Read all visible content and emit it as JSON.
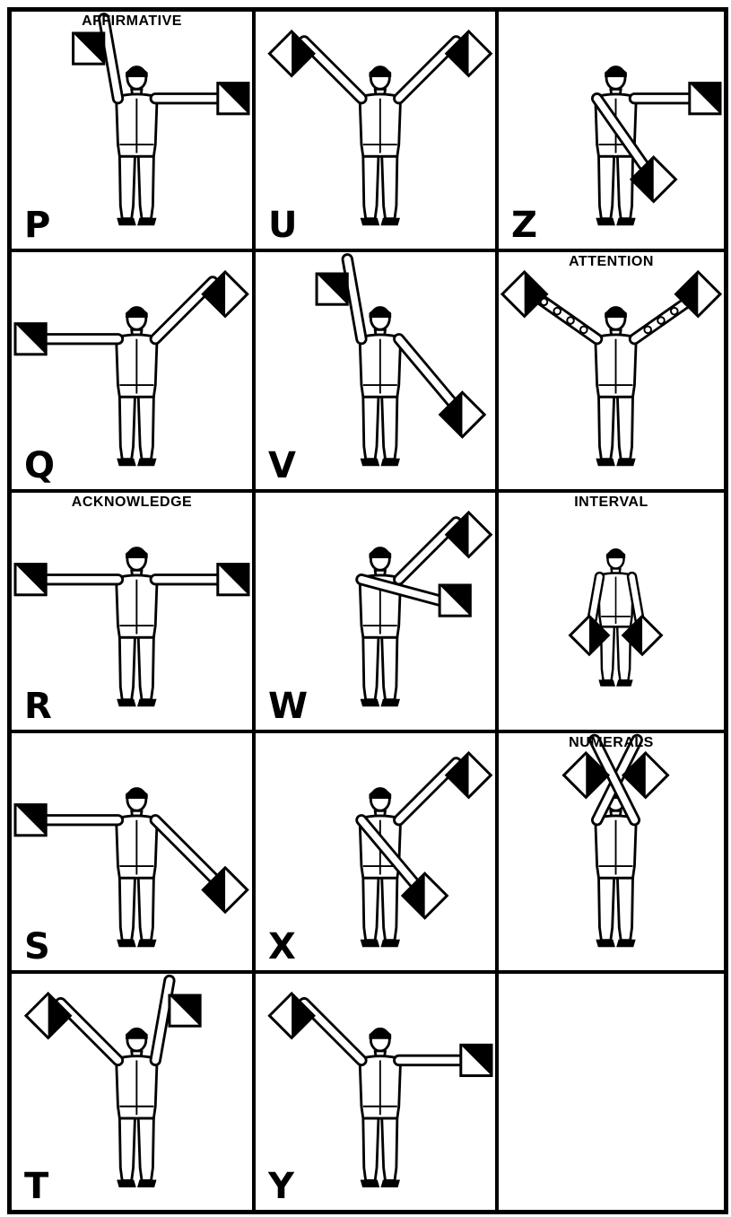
{
  "panels": [
    {
      "letter": "P",
      "caption": "AFFIRMATIVE",
      "right": {
        "angle": 170,
        "flag": "square"
      },
      "left": {
        "angle": 90,
        "flag": "square"
      }
    },
    {
      "letter": "U",
      "caption": "",
      "right": {
        "angle": 135,
        "flag": "diamond"
      },
      "left": {
        "angle": 135,
        "flag": "diamond"
      }
    },
    {
      "letter": "Z",
      "caption": "",
      "right": {
        "angle": 35,
        "flag": "diamond",
        "across": true
      },
      "left": {
        "angle": 90,
        "flag": "square"
      }
    },
    {
      "letter": "Q",
      "caption": "",
      "right": {
        "angle": 90,
        "flag": "square"
      },
      "left": {
        "angle": 135,
        "flag": "diamond"
      }
    },
    {
      "letter": "V",
      "caption": "",
      "right": {
        "angle": 170,
        "flag": "square"
      },
      "left": {
        "angle": 40,
        "flag": "diamond"
      }
    },
    {
      "letter": "",
      "caption": "ATTENTION",
      "right": {
        "angle": 125,
        "flag": "diamond",
        "wave": true
      },
      "left": {
        "angle": 125,
        "flag": "diamond",
        "wave": true
      }
    },
    {
      "letter": "R",
      "caption": "ACKNOWLEDGE",
      "right": {
        "angle": 90,
        "flag": "square"
      },
      "left": {
        "angle": 90,
        "flag": "square"
      }
    },
    {
      "letter": "W",
      "caption": "",
      "right": {
        "angle": 75,
        "flag": "square",
        "across": true
      },
      "left": {
        "angle": 135,
        "flag": "diamond"
      }
    },
    {
      "letter": "",
      "caption": "INTERVAL",
      "right": {
        "angle": 10,
        "flag": "diamond",
        "low": true
      },
      "left": {
        "angle": 10,
        "flag": "diamond",
        "low": true
      }
    },
    {
      "letter": "S",
      "caption": "",
      "right": {
        "angle": 90,
        "flag": "square"
      },
      "left": {
        "angle": 45,
        "flag": "diamond"
      }
    },
    {
      "letter": "X",
      "caption": "",
      "right": {
        "angle": 40,
        "flag": "diamond",
        "across": true
      },
      "left": {
        "angle": 135,
        "flag": "diamond"
      }
    },
    {
      "letter": "",
      "caption": "NUMERALS",
      "right": {
        "angle": 170,
        "flag": "diamond",
        "cross": true
      },
      "left": {
        "angle": 170,
        "flag": "diamond",
        "cross": true
      }
    },
    {
      "letter": "T",
      "caption": "",
      "right": {
        "angle": 135,
        "flag": "diamond"
      },
      "left": {
        "angle": 170,
        "flag": "square"
      }
    },
    {
      "letter": "Y",
      "caption": "",
      "right": {
        "angle": 135,
        "flag": "diamond"
      },
      "left": {
        "angle": 90,
        "flag": "square"
      }
    },
    {
      "letter": "",
      "caption": "",
      "empty": true
    }
  ],
  "colors": {
    "ink": "#000000",
    "paper": "#ffffff"
  }
}
